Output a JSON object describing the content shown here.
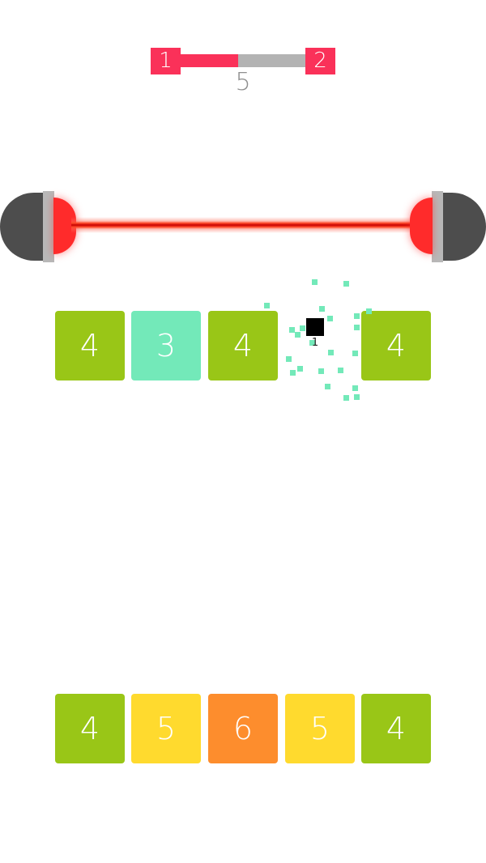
{
  "hud": {
    "level_current": "1",
    "level_next": "2",
    "progress_fraction": 0.46,
    "score": "5"
  },
  "colors": {
    "accent": "#fa3159",
    "track": "#b3b3b3",
    "score_text": "#8f8f8f",
    "laser": "#e01010",
    "tile_4": "#99c617",
    "tile_3": "#73e9b9",
    "tile_5": "#ffda2e",
    "tile_6": "#fd8d2d",
    "particles": "#73e9b9"
  },
  "top_row": [
    {
      "value": "4"
    },
    {
      "value": "3"
    },
    {
      "value": "4"
    },
    {
      "value": "4"
    }
  ],
  "bottom_row": [
    {
      "value": "4"
    },
    {
      "value": "5"
    },
    {
      "value": "6"
    },
    {
      "value": "5"
    },
    {
      "value": "4"
    }
  ],
  "ball": {
    "value": "1"
  }
}
